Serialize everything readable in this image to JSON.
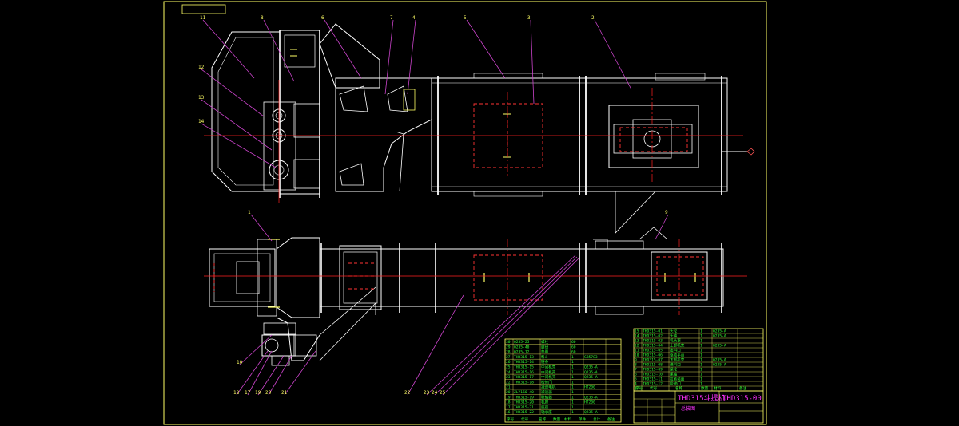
{
  "colors": {
    "background": "#000000",
    "frame": "#ffff66",
    "outline": "#ffffff",
    "center_line": "#ff2020",
    "dashed": "#ff3333",
    "leader": "#cc44cc",
    "table_text": "#33ff33",
    "title_magenta": "#ff33ff"
  },
  "title_block": {
    "drawing_name": "THD315斗提机",
    "drawing_number": "THD315-00",
    "subtitle": "总装图"
  },
  "balloons_top": [
    "11",
    "8",
    "6",
    "7",
    "4",
    "5",
    "3",
    "2",
    "12",
    "13",
    "14"
  ],
  "balloons_bottom": [
    "1",
    "9",
    "10",
    "18",
    "17",
    "19",
    "20",
    "21",
    "22",
    "23",
    "24",
    "25"
  ],
  "parts_list_left": [
    {
      "no": "30",
      "code": "Q235-25",
      "name": "螺栓",
      "qty": "60",
      "material": "",
      "note": ""
    },
    {
      "no": "29",
      "code": "Q235-40",
      "name": "螺母",
      "qty": "60",
      "material": "",
      "note": ""
    },
    {
      "no": "28",
      "code": "Q235-12",
      "name": "垫圈",
      "qty": "60",
      "material": "",
      "note": ""
    },
    {
      "no": "27",
      "code": "THD315-13",
      "name": "料斗",
      "qty": "1",
      "material": "GB5783",
      "note": ""
    },
    {
      "no": "26",
      "code": "THD315-14",
      "name": "链条",
      "qty": "1",
      "material": "",
      "note": ""
    },
    {
      "no": "25",
      "code": "THD315-15",
      "name": "中间机壳",
      "qty": "1",
      "material": "Q235-A",
      "note": ""
    },
    {
      "no": "24",
      "code": "THD315-16",
      "name": "中间机壳",
      "qty": "1",
      "material": "Q235-A",
      "note": ""
    },
    {
      "no": "23",
      "code": "THD315-17",
      "name": "中间机壳",
      "qty": "1",
      "material": "Q235-A",
      "note": ""
    },
    {
      "no": "22",
      "code": "THD315-18",
      "name": "检修门",
      "qty": "1",
      "material": "",
      "note": ""
    },
    {
      "no": "21",
      "code": "",
      "name": "减速电机",
      "qty": "1",
      "material": "HT200",
      "note": ""
    },
    {
      "no": "20",
      "code": "ZLY160-40",
      "name": "减速器",
      "qty": "1",
      "material": "",
      "note": ""
    },
    {
      "no": "19",
      "code": "THD315-19",
      "name": "联轴器",
      "qty": "1",
      "material": "Q235-A",
      "note": ""
    },
    {
      "no": "18",
      "code": "THD315-20",
      "name": "机座",
      "qty": "1",
      "material": "HT200",
      "note": ""
    },
    {
      "no": "17",
      "code": "THD315-21",
      "name": "底座",
      "qty": "1",
      "material": "",
      "note": ""
    },
    {
      "no": "16",
      "code": "THD315-22",
      "name": "轴承座",
      "qty": "1",
      "material": "Q235-A",
      "note": ""
    }
  ],
  "parts_list_right": [
    {
      "no": "15",
      "code": "THD315-01",
      "name": "头轮",
      "qty": "1",
      "material": "Q235-A",
      "note": ""
    },
    {
      "no": "14",
      "code": "THD315-02",
      "name": "头轴",
      "qty": "1",
      "material": "Q235-A",
      "note": ""
    },
    {
      "no": "13",
      "code": "THD315-03",
      "name": "机头罩",
      "qty": "1",
      "material": "",
      "note": ""
    },
    {
      "no": "12",
      "code": "THD315-04",
      "name": "上部机壳",
      "qty": "1",
      "material": "Q235-A",
      "note": ""
    },
    {
      "no": "11",
      "code": "THD315-05",
      "name": "出料口",
      "qty": "1",
      "material": "",
      "note": ""
    },
    {
      "no": "10",
      "code": "THD315-06",
      "name": "驱动平台",
      "qty": "1",
      "material": "",
      "note": ""
    },
    {
      "no": "9",
      "code": "THD315-07",
      "name": "下部机壳",
      "qty": "1",
      "material": "Q235-A",
      "note": ""
    },
    {
      "no": "8",
      "code": "THD315-08",
      "name": "进料口",
      "qty": "1",
      "material": "Q235-A",
      "note": ""
    },
    {
      "no": "7",
      "code": "THD315-09",
      "name": "尾轮",
      "qty": "1",
      "material": "",
      "note": ""
    },
    {
      "no": "6",
      "code": "THD315-10",
      "name": "尾轴",
      "qty": "1",
      "material": "",
      "note": ""
    },
    {
      "no": "5",
      "code": "THD315-11",
      "name": "拉紧装置",
      "qty": "1",
      "material": "",
      "note": ""
    },
    {
      "no": "4",
      "code": "THD315-12",
      "name": "检修门",
      "qty": "1",
      "material": "",
      "note": ""
    },
    {
      "no": "3",
      "code": "",
      "name": "",
      "qty": "",
      "material": "",
      "note": ""
    }
  ],
  "table_footer_left": [
    "序号",
    "代号",
    "名称",
    "数量",
    "材料",
    "单件",
    "总计",
    "备注"
  ],
  "table_footer_right": [
    "序号",
    "代号",
    "名称",
    "数量",
    "材料",
    "备注"
  ]
}
